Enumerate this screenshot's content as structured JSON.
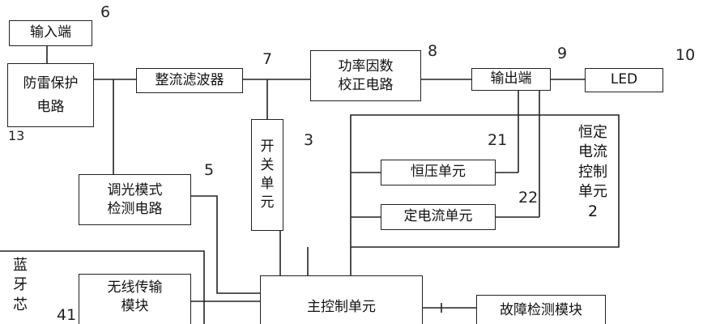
{
  "blocks": {
    "input": "输入端",
    "surge_line1": "防雷保护",
    "surge_line2": "电路",
    "rectifier": "整流滤波器",
    "pfc_line1": "功率因数",
    "pfc_line2": "校正电路",
    "output": "输出端",
    "led": "LED",
    "switch_chars": [
      "开",
      "关",
      "单",
      "元"
    ],
    "dimming_line1": "调光模式",
    "dimming_line2": "检测电路",
    "cv_unit": "恒压单元",
    "cc_unit": "定电流单元",
    "const_current_ctrl_chars": [
      "恒定",
      "电流",
      "控制",
      "单元"
    ],
    "const_current_ctrl_num": "2",
    "wireless_line1": "无线传输",
    "wireless_line2": "模块",
    "main_ctrl": "主控制单元",
    "fault_detect": "故障检测模块",
    "bluetooth_chars": [
      "蓝",
      "牙",
      "芯"
    ]
  },
  "numbers": {
    "n6": "6",
    "n7": "7",
    "n8": "8",
    "n9": "9",
    "n10": "10",
    "n13": "13",
    "n3": "3",
    "n5": "5",
    "n21": "21",
    "n22": "22",
    "n41": "41"
  }
}
